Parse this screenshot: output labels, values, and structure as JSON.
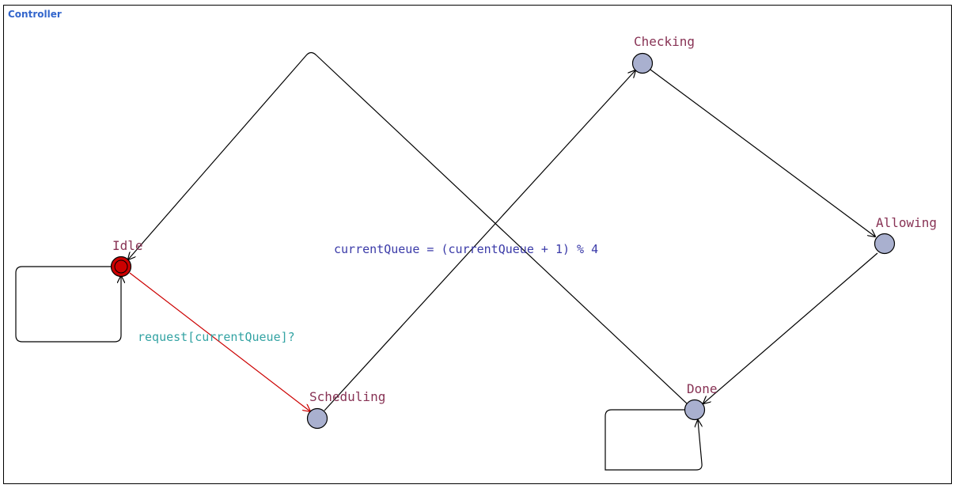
{
  "template": {
    "name": "Controller"
  },
  "locations": [
    {
      "id": "idle",
      "name": "Idle",
      "initial": true
    },
    {
      "id": "scheduling",
      "name": "Scheduling",
      "initial": false
    },
    {
      "id": "checking",
      "name": "Checking",
      "initial": false
    },
    {
      "id": "allowing",
      "name": "Allowing",
      "initial": false
    },
    {
      "id": "done",
      "name": "Done",
      "initial": false
    }
  ],
  "edges": [
    {
      "id": "idle-self",
      "from": "idle",
      "to": "idle",
      "label": ""
    },
    {
      "id": "idle-to-scheduling",
      "from": "idle",
      "to": "scheduling",
      "label": "request[currentQueue]?",
      "selected": true
    },
    {
      "id": "scheduling-to-checking",
      "from": "scheduling",
      "to": "checking",
      "label": ""
    },
    {
      "id": "checking-to-allowing",
      "from": "checking",
      "to": "allowing",
      "label": ""
    },
    {
      "id": "allowing-to-done",
      "from": "allowing",
      "to": "done",
      "label": ""
    },
    {
      "id": "done-self",
      "from": "done",
      "to": "done",
      "label": ""
    },
    {
      "id": "done-to-idle",
      "from": "done",
      "to": "idle",
      "label": "currentQueue = (currentQueue + 1) % 4"
    }
  ],
  "colors": {
    "frame_border": "#000000",
    "frame_title": "#3366cc",
    "location_fill": "#a9b0cf",
    "location_stroke": "#000000",
    "initial_fill": "#cc0000",
    "location_label": "#883355",
    "edge": "#000000",
    "selected_edge": "#cc0000",
    "sync_label": "#33a3a3",
    "assign_label": "#3a3aa8"
  }
}
